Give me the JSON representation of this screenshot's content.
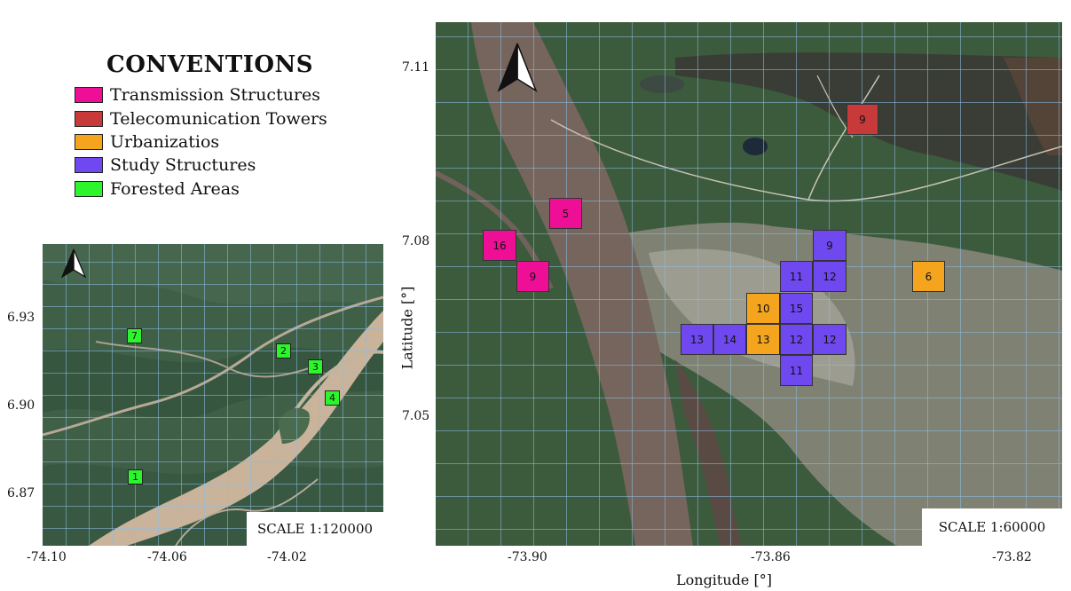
{
  "colors": {
    "transmission": "#ee0f96",
    "telecom": "#c83a3a",
    "urban": "#f5a51d",
    "study": "#6f48f0",
    "forest": "#2df52d",
    "grid": "#8cbee6"
  },
  "legend": {
    "title": "CONVENTIONS",
    "items": [
      {
        "label": "Transmission Structures",
        "color": "#ee0f96"
      },
      {
        "label": "Telecomunication Towers",
        "color": "#c83a3a"
      },
      {
        "label": "Urbanizatios",
        "color": "#f5a51d"
      },
      {
        "label": "Study Structures",
        "color": "#6f48f0"
      },
      {
        "label": "Forested Areas",
        "color": "#2df52d"
      }
    ]
  },
  "left_map": {
    "scale": "SCALE 1:120000",
    "lat_ticks": [
      "6.93",
      "6.90",
      "6.87"
    ],
    "lon_ticks": [
      "-74.10",
      "-74.06",
      "-74.02"
    ],
    "north_icon": "north-arrow-icon",
    "markers": [
      {
        "label": "7"
      },
      {
        "label": "2"
      },
      {
        "label": "3"
      },
      {
        "label": "4"
      },
      {
        "label": "1"
      }
    ]
  },
  "right_map": {
    "scale": "SCALE 1:60000",
    "lat_ticks": [
      "7.11",
      "7.08",
      "7.05"
    ],
    "lon_ticks": [
      "-73.90",
      "-73.86",
      "-73.82"
    ],
    "ylabel": "Latitude [°]",
    "xlabel": "Longitude [°]",
    "north_icon": "north-arrow-icon",
    "cells": [
      {
        "label": "9",
        "category": "telecom"
      },
      {
        "label": "5",
        "category": "transmission"
      },
      {
        "label": "16",
        "category": "transmission"
      },
      {
        "label": "9",
        "category": "transmission"
      },
      {
        "label": "9",
        "category": "study"
      },
      {
        "label": "11",
        "category": "study"
      },
      {
        "label": "12",
        "category": "study"
      },
      {
        "label": "6",
        "category": "urban"
      },
      {
        "label": "10",
        "category": "urban"
      },
      {
        "label": "15",
        "category": "study"
      },
      {
        "label": "13",
        "category": "study"
      },
      {
        "label": "14",
        "category": "study"
      },
      {
        "label": "13",
        "category": "urban"
      },
      {
        "label": "12",
        "category": "study"
      },
      {
        "label": "12",
        "category": "study"
      },
      {
        "label": "11",
        "category": "study"
      }
    ]
  }
}
